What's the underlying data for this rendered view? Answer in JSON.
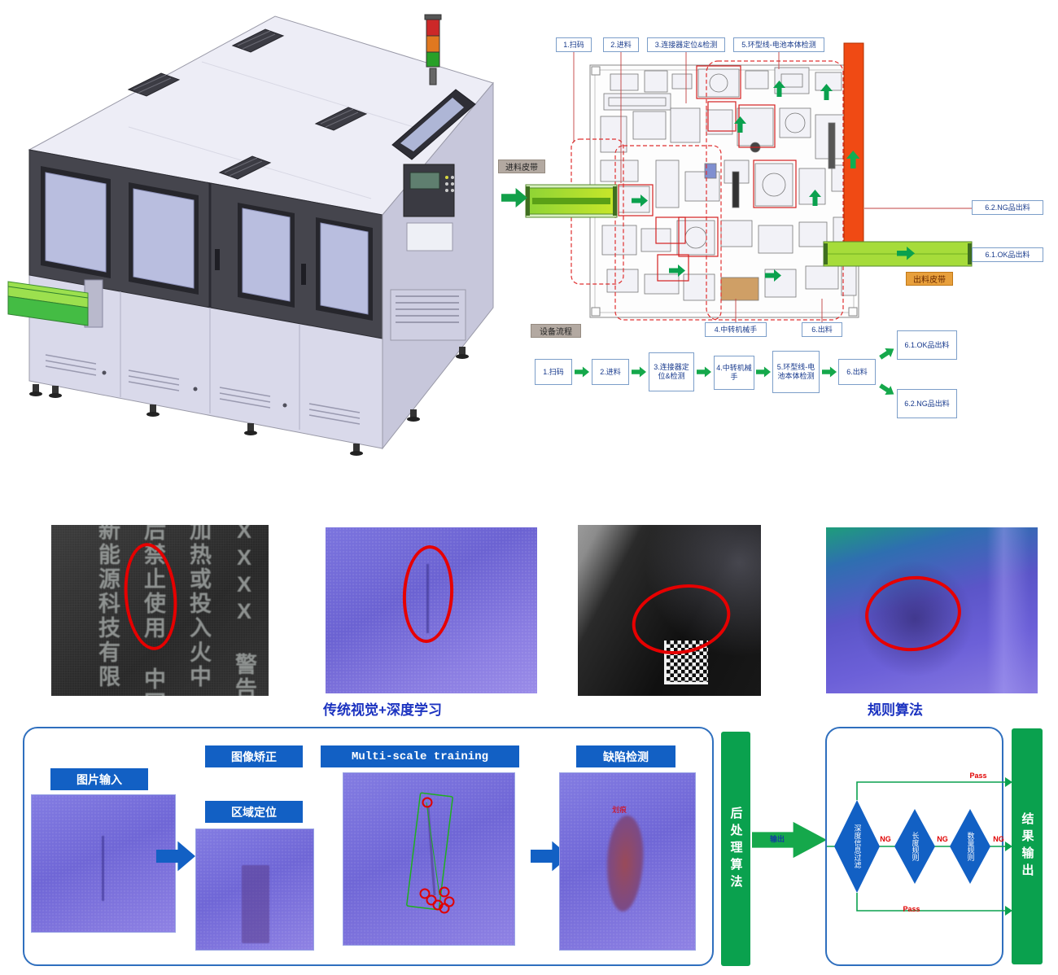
{
  "colors": {
    "accent_blue": "#1260c4",
    "flow_green": "#0aa14e",
    "alert_red": "#e60000",
    "caption_blue": "#1c33c0",
    "bar_orange": "#f04a14"
  },
  "layout": {
    "callouts_top": [
      "1.扫码",
      "2.进料",
      "3.连接器定位&检测",
      "5.环型线-电池本体检测"
    ],
    "callout_ng": "6.2.NG品出料",
    "callout_ok": "6.1.OK品出料",
    "callout_robot": "4.中转机械手",
    "callout_out": "6.出料",
    "infeed_belt": "进料皮带",
    "outfeed_belt": "出料皮带"
  },
  "flow": {
    "title": "设备流程",
    "steps": [
      "1.扫码",
      "2.进料",
      "3.连接器定位&检测",
      "4.中转机械手",
      "5.环型线-电池本体检测",
      "6.出料"
    ],
    "ok_output": "6.1.OK品出料",
    "ng_output": "6.2.NG品出料"
  },
  "samples": {
    "print_columns": [
      "XXXX 警告:请",
      "加热或投入火中",
      "后禁止使用 中国",
      "新能源科技有限"
    ]
  },
  "captions": {
    "left": "传统视觉+深度学习",
    "right": "规则算法"
  },
  "pipeline": {
    "input": "图片输入",
    "correction": "图像矫正",
    "region": "区域定位",
    "training": "Multi-scale training",
    "detection": "缺陷检测",
    "post": "后处理算法",
    "arrow_label": "输出",
    "defect_tag": "划痕",
    "rules": [
      "深度信息过滤",
      "长度规则",
      "数量规则"
    ],
    "pass": "Pass",
    "ng": "NG",
    "result": "结果输出"
  }
}
